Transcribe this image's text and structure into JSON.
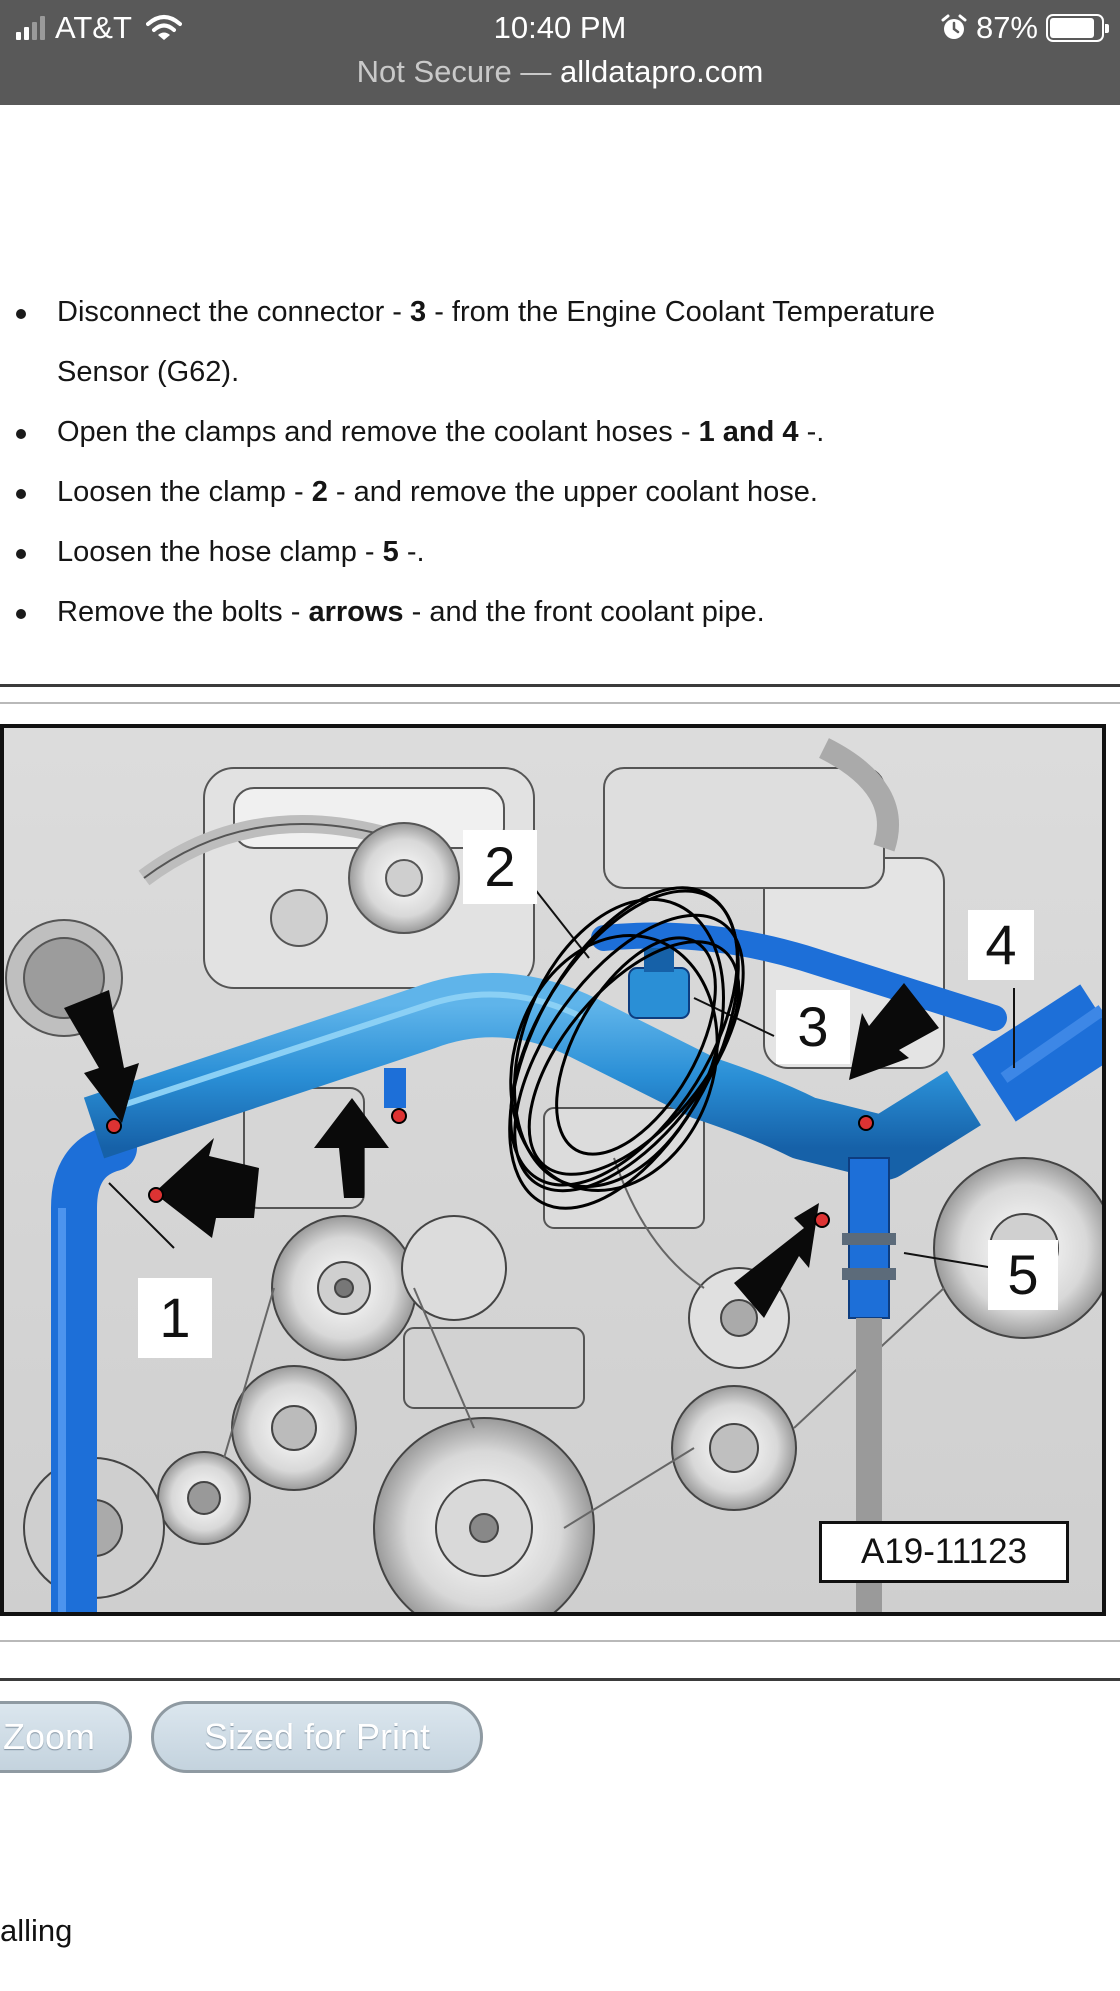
{
  "status_bar": {
    "carrier": "AT&T",
    "time": "10:40 PM",
    "battery_percent": "87%",
    "battery_level": 0.87,
    "signal_icon": "cell-signal-icon",
    "wifi_icon": "wifi-icon",
    "alarm_icon": "alarm-clock-icon",
    "battery_icon": "battery-icon"
  },
  "address_bar": {
    "security": "Not Secure —",
    "domain": "alldatapro.com"
  },
  "instructions": [
    {
      "pre": "Disconnect the connector - ",
      "bold": "3",
      "post": " - from the Engine Coolant Temperature"
    },
    {
      "pre": "Sensor (G62).",
      "bold": "",
      "post": ""
    },
    {
      "pre": "Open the clamps and remove the coolant hoses - ",
      "bold": "1 and 4",
      "post": " -."
    },
    {
      "pre": "Loosen the clamp - ",
      "bold": "2",
      "post": " - and remove the upper coolant hose."
    },
    {
      "pre": "Loosen the hose clamp - ",
      "bold": "5",
      "post": " -."
    },
    {
      "pre": "Remove the bolts - ",
      "bold": "arrows",
      "post": " - and the front coolant pipe."
    }
  ],
  "figure": {
    "id": "A19-11123",
    "callouts": [
      "1",
      "2",
      "3",
      "4",
      "5"
    ],
    "colors": {
      "hose_blue": "#1d6fd8",
      "pipe_blue": "#2a8fd6",
      "scribble": "#000000"
    }
  },
  "buttons": {
    "zoom_label": "Zoom",
    "print_label": "Sized for Print"
  },
  "trailing_text": "alling"
}
